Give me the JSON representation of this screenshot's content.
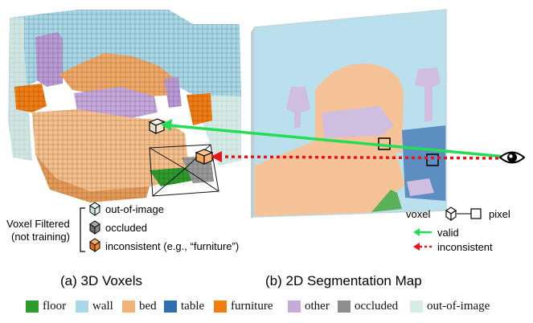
{
  "panels": {
    "a_caption": "(a) 3D Voxels",
    "b_caption": "(b) 2D Segmentation Map"
  },
  "filter_box": {
    "title_line1": "Voxel Filtered",
    "title_line2": "(not training)",
    "items": [
      {
        "label": "out-of-image",
        "color": "#d8ece6"
      },
      {
        "label": "occluded",
        "color": "#8c8c8c"
      },
      {
        "label": "inconsistent (e.g., “furniture”)",
        "color": "#f08a2a"
      }
    ]
  },
  "projection_key": {
    "voxel": "voxel",
    "pixel": "pixel",
    "valid": "valid",
    "inconsistent": "inconsistent",
    "valid_color": "#22dd55",
    "inconsistent_color": "#e8151b"
  },
  "legend": [
    {
      "label": "floor",
      "color": "#2e9a2c"
    },
    {
      "label": "wall",
      "color": "#a8d8e8"
    },
    {
      "label": "bed",
      "color": "#f2b27a"
    },
    {
      "label": "table",
      "color": "#2f6fb0"
    },
    {
      "label": "furniture",
      "color": "#f07c14"
    },
    {
      "label": "other",
      "color": "#c3acd8"
    },
    {
      "label": "occluded",
      "color": "#8e8e8e"
    },
    {
      "label": "out-of-image",
      "color": "#d8ece6"
    }
  ]
}
